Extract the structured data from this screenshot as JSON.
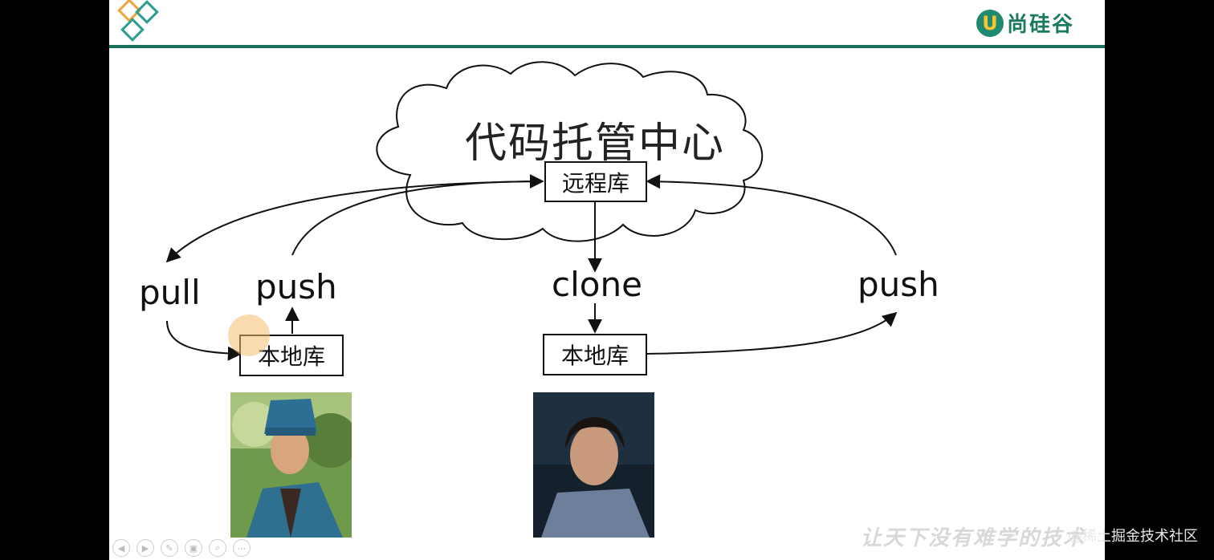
{
  "slide": {
    "brand_name": "尚硅谷",
    "brand_icon": "U",
    "cloud_title": "代码托管中心",
    "remote_repo": "远程库",
    "left_local_repo": "本地库",
    "right_local_repo": "本地库",
    "labels": {
      "pull": "pull",
      "push_left": "push",
      "clone": "clone",
      "push_right": "push"
    },
    "watermark": "让天下没有难学的技术",
    "site_mark": "@稀土掘金技术社区"
  },
  "colors": {
    "accent": "#1a6f5d",
    "brand_yellow": "#f7c531",
    "logo_orange": "#f0a43a",
    "logo_teal": "#2a9d8f"
  },
  "nav": [
    "arrow-left-icon",
    "arrow-right-icon",
    "pen-icon",
    "copy-icon",
    "zoom-icon",
    "more-icon"
  ]
}
